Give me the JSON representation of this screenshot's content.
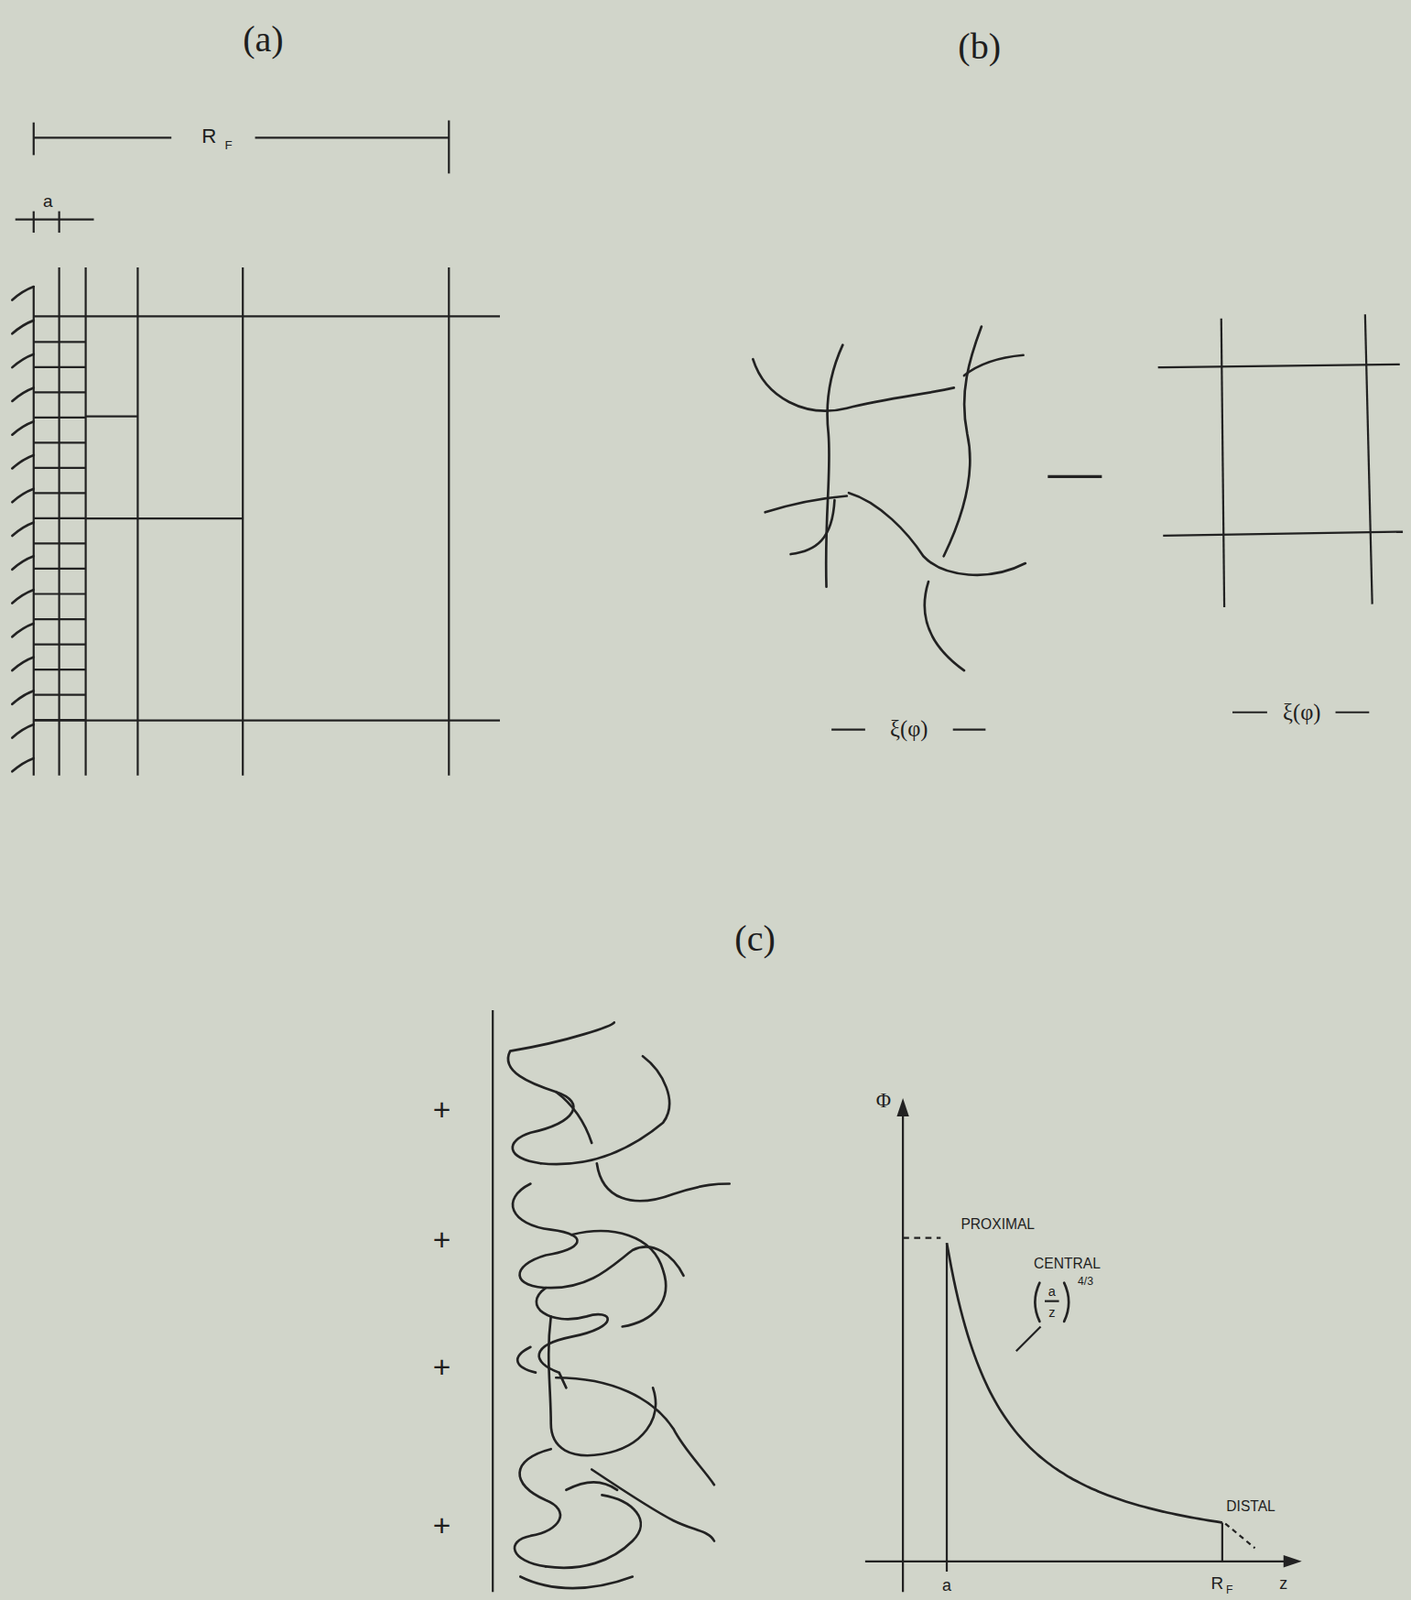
{
  "diagram": {
    "labels": [
      "(a)",
      "(b)",
      "(c)",
      "R",
      "F",
      "a",
      "ξ(φ)",
      "ξ(φ)",
      "+",
      "+",
      "+",
      "+",
      "Φ",
      "PROXIMAL",
      "CENTRAL",
      "a",
      "z",
      "4/3",
      "DISTAL",
      "a",
      "R",
      "F",
      "z"
    ]
  }
}
